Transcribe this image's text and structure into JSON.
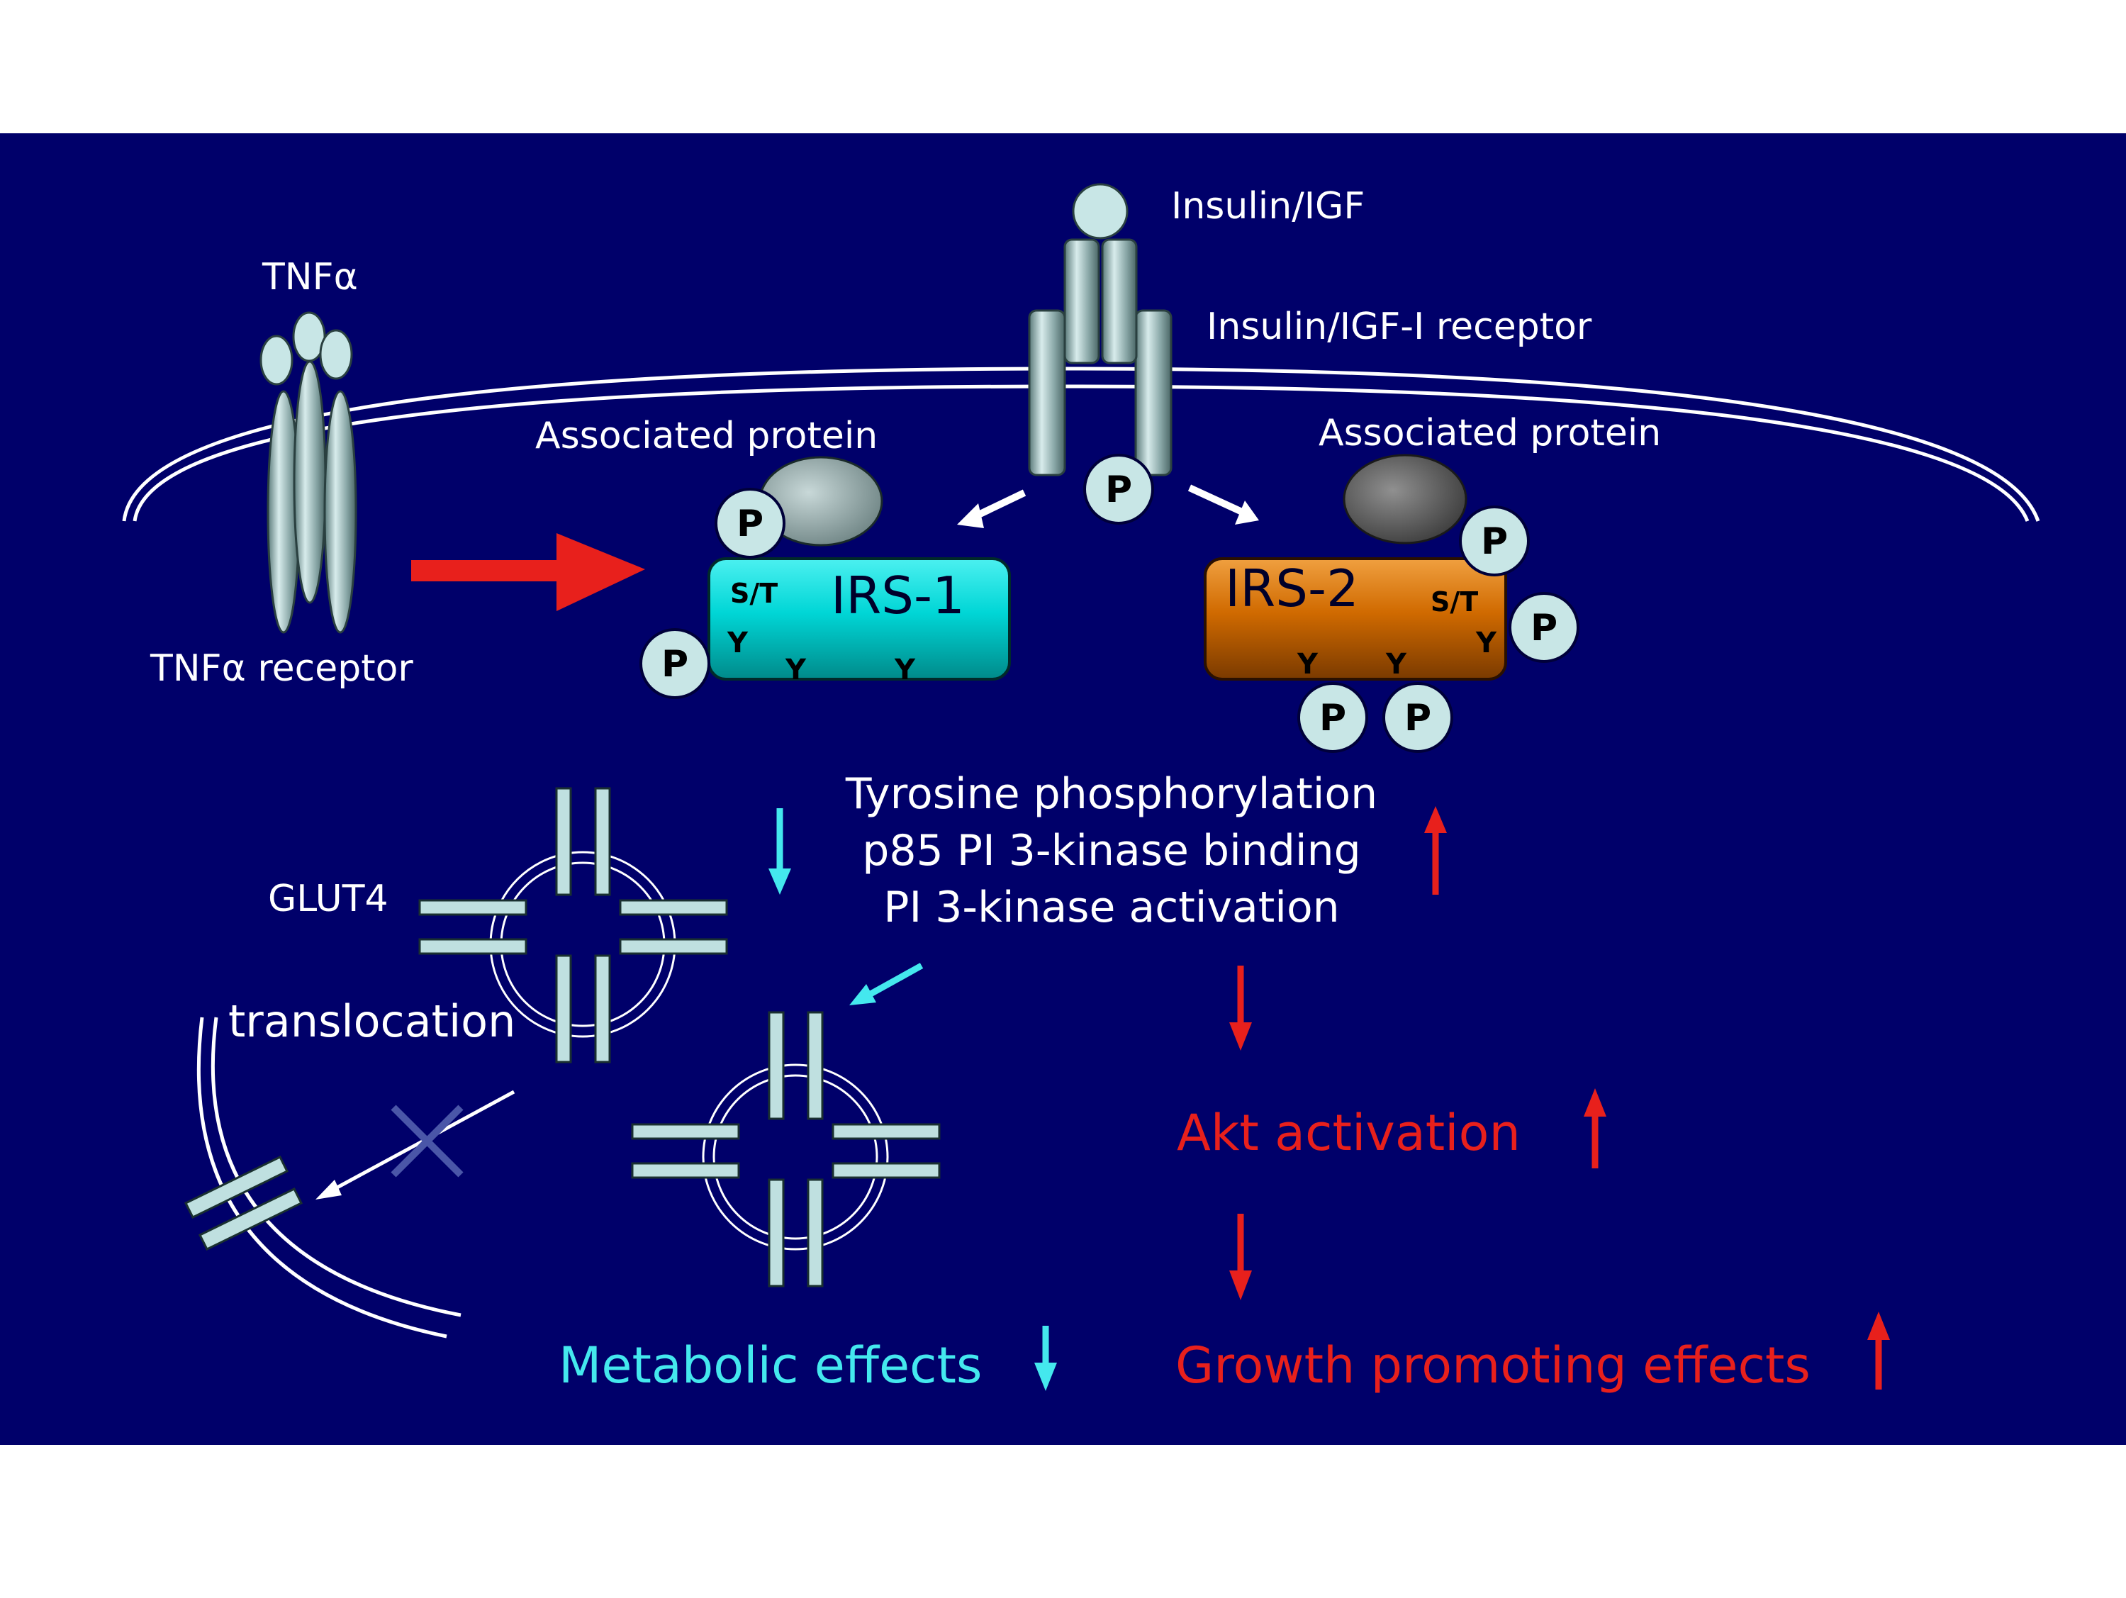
{
  "labels": {
    "tnf_alpha": "TNFα",
    "tnf_receptor": "TNFα receptor",
    "insulin_igf": "Insulin/IGF",
    "insulin_receptor": "Insulin/IGF-I receptor",
    "associated_protein_left": "Associated protein",
    "associated_protein_right": "Associated protein",
    "irs1": "IRS-1",
    "irs2": "IRS-2",
    "st": "S/T",
    "y": "Y",
    "p": "P",
    "glut4": "GLUT4",
    "translocation": "translocation"
  },
  "effects": {
    "line1": "Tyrosine phosphorylation",
    "line2": "p85 PI 3-kinase binding",
    "line3": "PI 3-kinase activation",
    "akt": "Akt activation",
    "metabolic": "Metabolic effects",
    "growth": "Growth promoting effects"
  },
  "colors": {
    "background": "#00006a",
    "irs1": "#00c8c8",
    "irs2": "#c86400",
    "cyan": "#44e8ee",
    "red": "#e8201c",
    "phospho": "#c8e6e6"
  }
}
